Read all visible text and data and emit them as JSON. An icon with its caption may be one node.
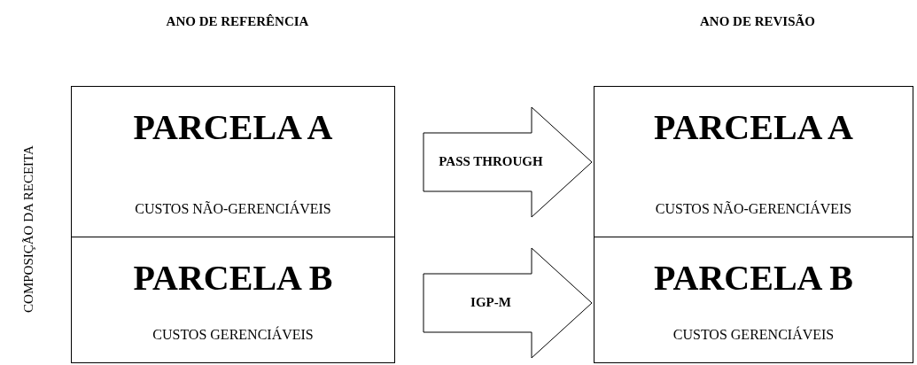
{
  "diagram": {
    "nodes": [
      {
        "text": [
          "PARCELA A",
          "CUSTOS NÃO-GERENCIÁVEIS"
        ]
      },
      {
        "text": [
          "PARCELA B",
          "CUSTOS GERENCIÁVEIS"
        ]
      },
      {
        "text": [
          "PARCELA A",
          "CUSTOS NÃO-GERENCIÁVEIS"
        ]
      },
      {
        "text": [
          "PARCELA B",
          "CUSTOS GERENCIÁVEIS"
        ]
      }
    ],
    "edges": [
      {
        "from": 0,
        "to": 2,
        "arrow": "to",
        "label": "PASS THROUGH"
      },
      {
        "from": 1,
        "to": 3,
        "arrow": "to",
        "label": "IGP-M"
      }
    ],
    "labels": [
      "ANO DE REFERÊNCIA",
      "ANO DE REVISÃO",
      "COMPOSIÇÃO DA RECEITA"
    ]
  }
}
